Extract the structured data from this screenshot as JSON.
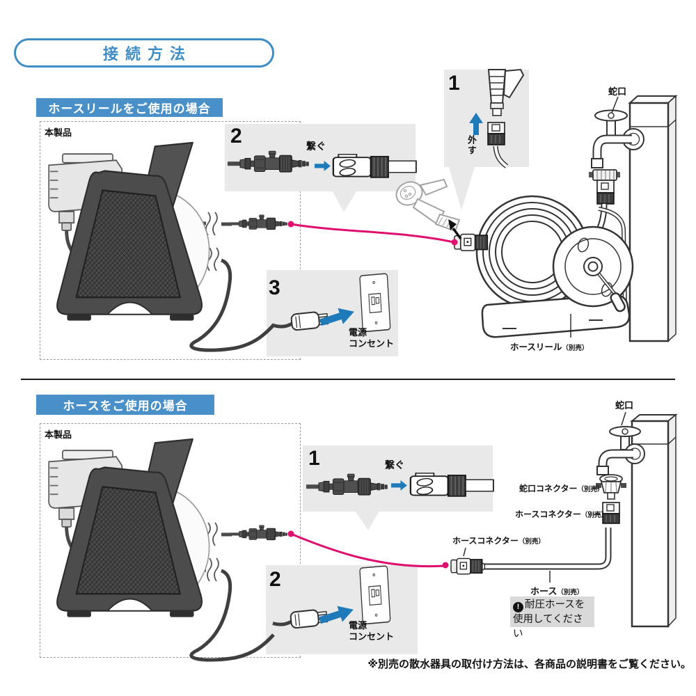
{
  "title": "接続方法",
  "colors": {
    "accent_blue": "#4a90c8",
    "arrow_blue": "#1e7ab8",
    "link_pink": "#de0f6e",
    "panel_gray": "#e9e9e9",
    "warning_gray": "#d9d9d9"
  },
  "footnote": "※別売の散水器具の取付け方法は、各商品の説明書をご覧ください。",
  "section1": {
    "header": "ホースリールをご使用の場合",
    "product_label": "本製品",
    "step1": {
      "num": "1",
      "action": "外す"
    },
    "step2": {
      "num": "2",
      "action": "繋ぐ"
    },
    "step3": {
      "num": "3",
      "outlet_label_line1": "電源",
      "outlet_label_line2": "コンセント"
    },
    "faucet_label": "蛇口",
    "hose_reel_label": "ホースリール",
    "hose_reel_suffix": "（別売）"
  },
  "section2": {
    "header": "ホースをご使用の場合",
    "product_label": "本製品",
    "step1": {
      "num": "1",
      "action": "繋ぐ"
    },
    "step2": {
      "num": "2",
      "outlet_label_line1": "電源",
      "outlet_label_line2": "コンセント"
    },
    "faucet_label": "蛇口",
    "faucet_connector_label": "蛇口コネクター",
    "faucet_connector_suffix": "（別売）",
    "hose_connector_right_label": "ホースコネクター",
    "hose_connector_right_suffix": "（別売）",
    "hose_connector_left_label": "ホースコネクター",
    "hose_connector_left_suffix": "（別売）",
    "hose_label": "ホース",
    "hose_suffix": "（別売）",
    "warning": {
      "icon": "!",
      "line1": "耐圧ホースを",
      "line2": "使用してください"
    }
  }
}
